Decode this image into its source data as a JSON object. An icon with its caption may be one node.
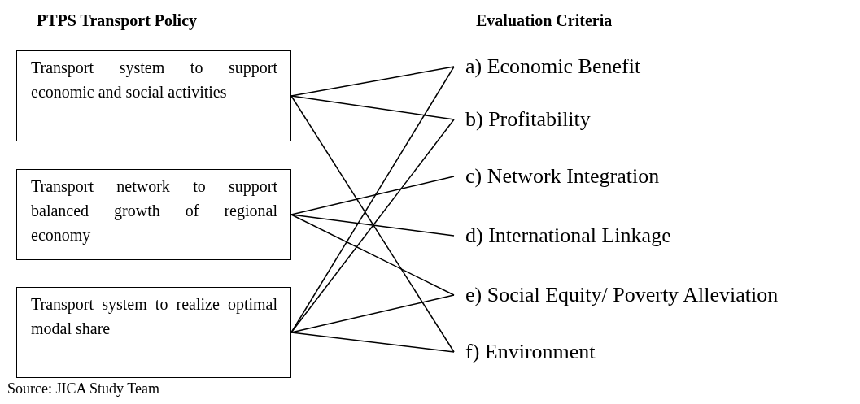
{
  "diagram": {
    "nodes": [
      {
        "text": [
          "Transport system to support economic and social activities"
        ]
      },
      {
        "text": [
          "Transport network to support balanced growth of regional economy"
        ]
      },
      {
        "text": [
          "Transport system to realize optimal modal share"
        ]
      },
      {
        "text": [
          "a) Economic Benefit"
        ]
      },
      {
        "text": [
          "b) Profitability"
        ]
      },
      {
        "text": [
          "c) Network Integration"
        ]
      },
      {
        "text": [
          "d) International Linkage"
        ]
      },
      {
        "text": [
          "e) Social Equity/ Poverty Alleviation"
        ]
      },
      {
        "text": [
          "f) Environment"
        ]
      }
    ],
    "edges": [
      {
        "from": 0,
        "to": 3,
        "arrow": "none"
      },
      {
        "from": 0,
        "to": 4,
        "arrow": "none"
      },
      {
        "from": 0,
        "to": 8,
        "arrow": "none"
      },
      {
        "from": 1,
        "to": 5,
        "arrow": "none"
      },
      {
        "from": 1,
        "to": 6,
        "arrow": "none"
      },
      {
        "from": 1,
        "to": 7,
        "arrow": "none"
      },
      {
        "from": 2,
        "to": 3,
        "arrow": "none"
      },
      {
        "from": 2,
        "to": 4,
        "arrow": "none"
      },
      {
        "from": 2,
        "to": 7,
        "arrow": "none"
      },
      {
        "from": 2,
        "to": 8,
        "arrow": "none"
      }
    ],
    "labels": [
      "PTPS Transport Policy",
      "Evaluation Criteria",
      "Source: JICA Study Team"
    ]
  }
}
